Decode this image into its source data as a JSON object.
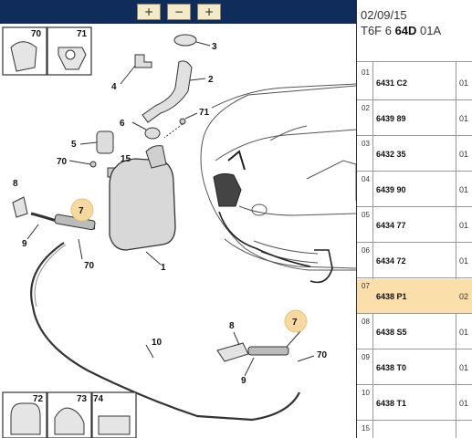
{
  "toolbar": {
    "zoom_in_icon": "+",
    "zoom_out_icon": "−",
    "zoom_area_icon": "+"
  },
  "header": {
    "date": "02/09/15",
    "code_prefix": "T6F 6 ",
    "code_bold": "64D",
    "code_suffix": " 01A"
  },
  "diagram": {
    "callouts": [
      "70",
      "71",
      "3",
      "4",
      "2",
      "6",
      "71",
      "5",
      "15",
      "70",
      "8",
      "7",
      "9",
      "70",
      "1",
      "10",
      "8",
      "7",
      "9",
      "70",
      "72",
      "73",
      "74"
    ],
    "highlight_color": "#f6d9a0"
  },
  "parts": [
    {
      "index": "01",
      "ref": "6431 C2",
      "qty": "01"
    },
    {
      "index": "02",
      "ref": "6439 89",
      "qty": "01"
    },
    {
      "index": "03",
      "ref": "6432 35",
      "qty": "01"
    },
    {
      "index": "04",
      "ref": "6439 90",
      "qty": "01"
    },
    {
      "index": "05",
      "ref": "6434 77",
      "qty": "01"
    },
    {
      "index": "06",
      "ref": "6434 72",
      "qty": "01"
    },
    {
      "index": "07",
      "ref": "6438 P1",
      "qty": "02"
    },
    {
      "index": "08",
      "ref": "6438 S5",
      "qty": "01"
    },
    {
      "index": "09",
      "ref": "6438 T0",
      "qty": "01"
    },
    {
      "index": "10",
      "ref": "6438 T1",
      "qty": "01"
    },
    {
      "index": "15",
      "ref": "",
      "qty": ""
    }
  ],
  "selected_index": "07"
}
